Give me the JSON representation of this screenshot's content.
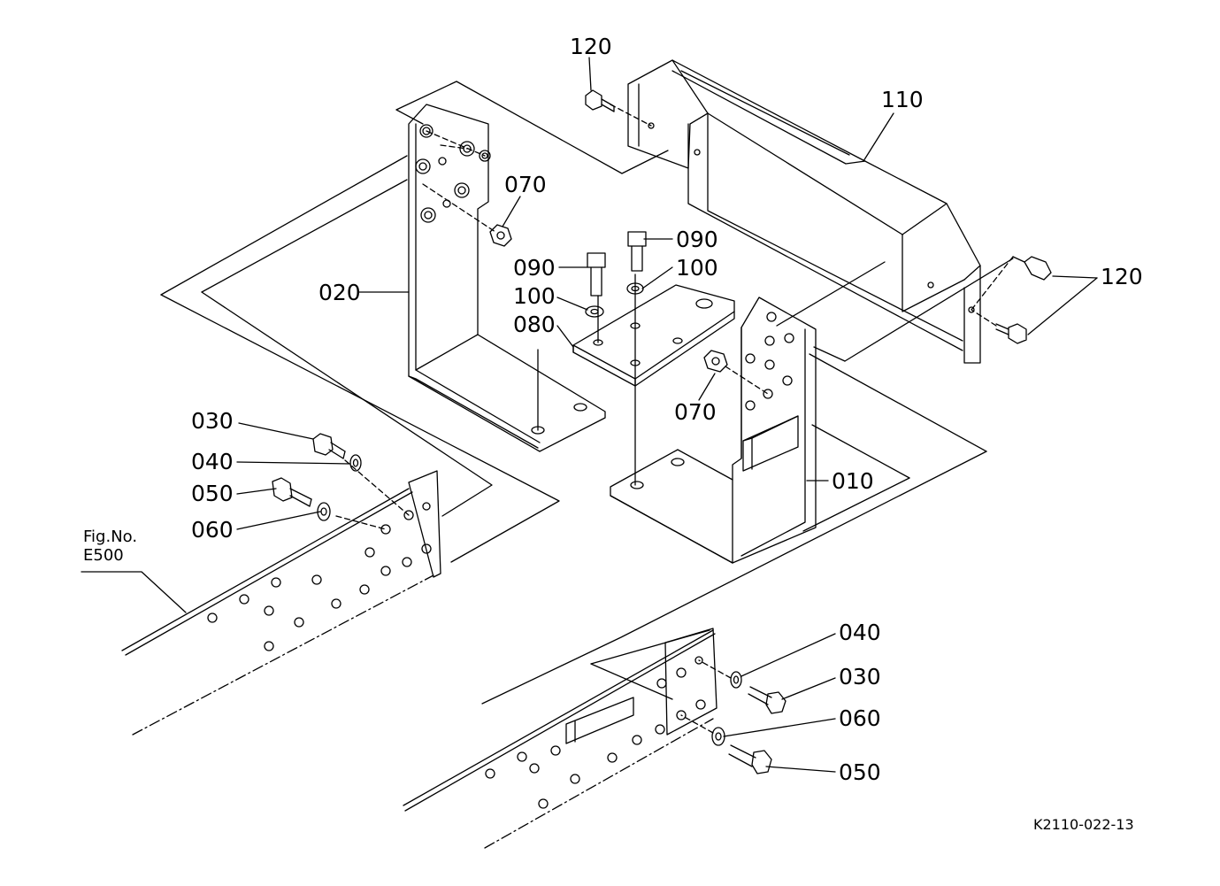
{
  "drawing_number": "K2110-022-13",
  "figure_reference": {
    "line1": "Fig.No.",
    "line2": "E500"
  },
  "callouts": {
    "c120_top": "120",
    "c110": "110",
    "c070_left": "070",
    "c090_right": "090",
    "c090_left": "090",
    "c100_right": "100",
    "c100_left": "100",
    "c020": "020",
    "c080": "080",
    "c120_right": "120",
    "c070_mid": "070",
    "c010": "010",
    "c030_left": "030",
    "c040_left": "040",
    "c050_left": "050",
    "c060_left": "060",
    "c040_right": "040",
    "c030_right": "030",
    "c060_right": "060",
    "c050_right": "050"
  }
}
